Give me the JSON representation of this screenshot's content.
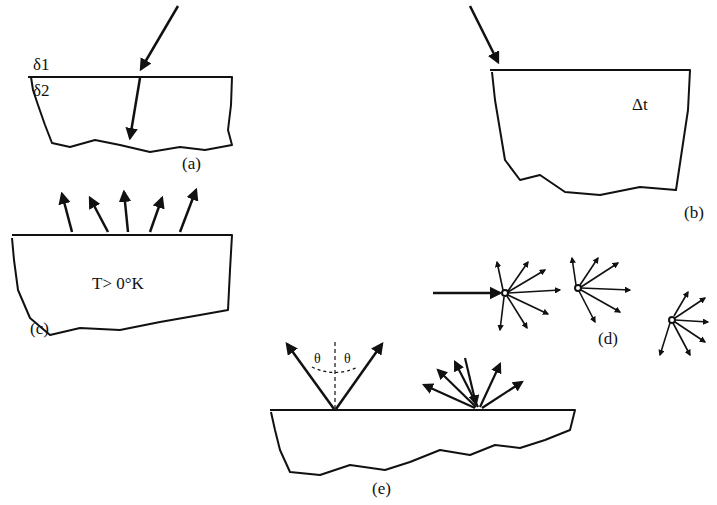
{
  "diagram": {
    "labels": [
      "δ1",
      "δ2",
      "(a)",
      "Δt",
      "(b)",
      "T> 0°K",
      "(c)",
      "(d)",
      "θ",
      "θ",
      "(e)"
    ]
  }
}
